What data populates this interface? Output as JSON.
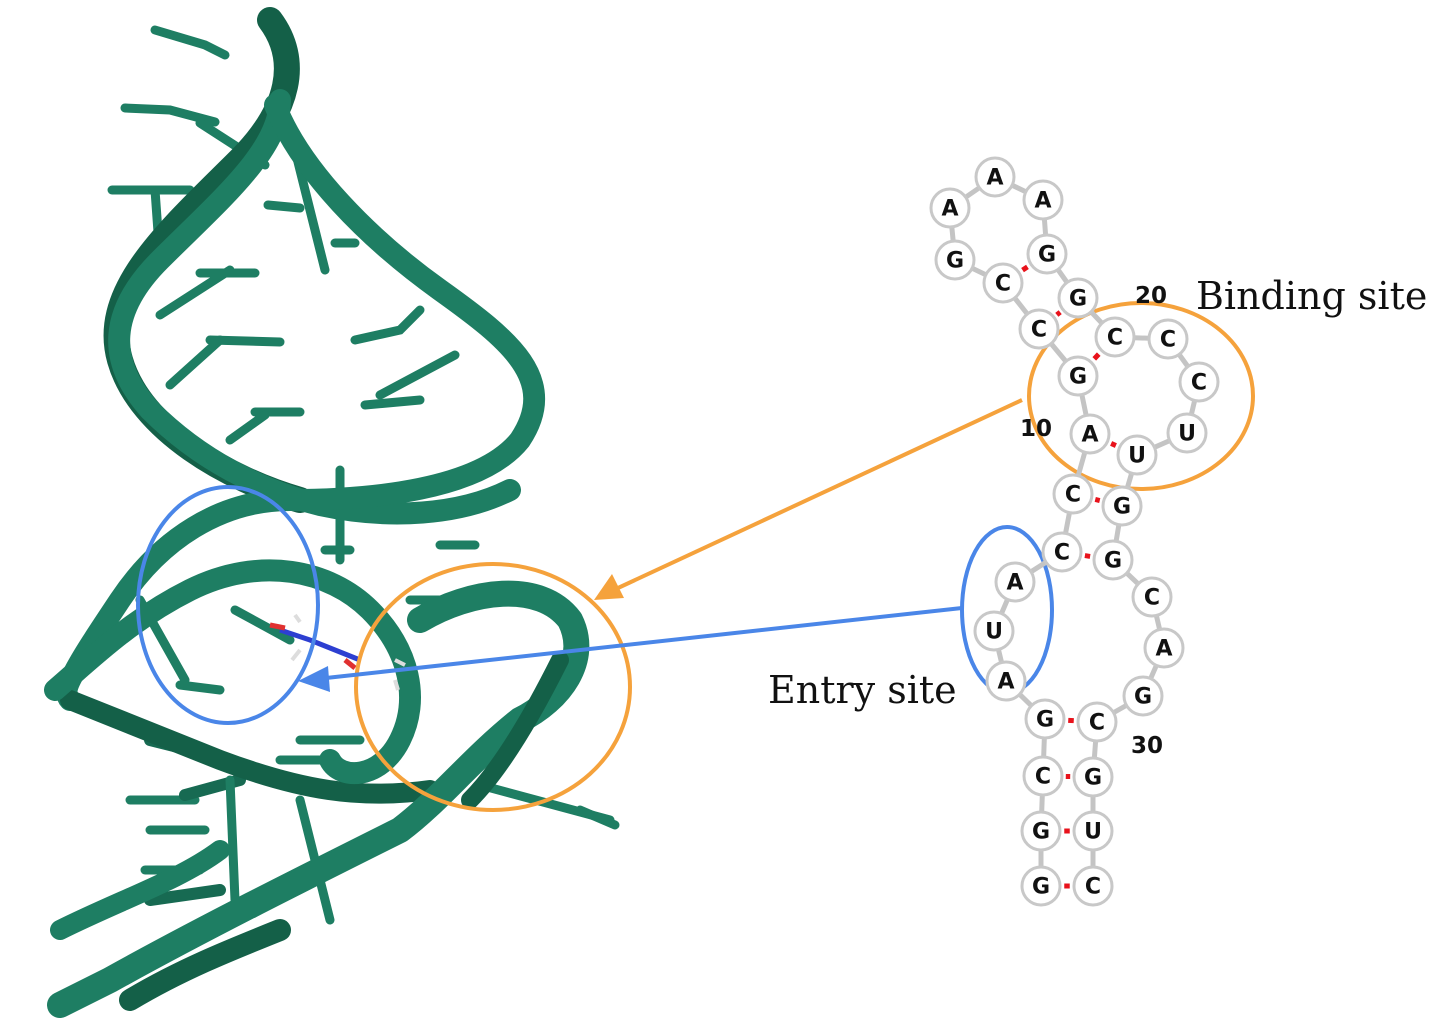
{
  "labels": {
    "binding_site": "Binding site",
    "entry_site": "Entry site"
  },
  "colors": {
    "ribbon": "#1e7e63",
    "binding_site": "#f5a23c",
    "entry_site": "#4a86e8",
    "base_pair": "#e8121b",
    "nucleotide_outline": "#c8c8c8"
  },
  "secondary_structure": {
    "nucleotides": [
      {
        "id": "n1",
        "letter": "G"
      },
      {
        "id": "n2",
        "letter": "G"
      },
      {
        "id": "n3",
        "letter": "C"
      },
      {
        "id": "n4",
        "letter": "G"
      },
      {
        "id": "n5",
        "letter": "A"
      },
      {
        "id": "n6",
        "letter": "U"
      },
      {
        "id": "n7",
        "letter": "A"
      },
      {
        "id": "n8",
        "letter": "C"
      },
      {
        "id": "n9",
        "letter": "C"
      },
      {
        "id": "n10",
        "letter": "A"
      },
      {
        "id": "n11",
        "letter": "G"
      },
      {
        "id": "n12",
        "letter": "C"
      },
      {
        "id": "n13",
        "letter": "C"
      },
      {
        "id": "n14",
        "letter": "G"
      },
      {
        "id": "n15",
        "letter": "A"
      },
      {
        "id": "n16",
        "letter": "A"
      },
      {
        "id": "n17",
        "letter": "A"
      },
      {
        "id": "n18",
        "letter": "G"
      },
      {
        "id": "n19",
        "letter": "G"
      },
      {
        "id": "n20",
        "letter": "C"
      },
      {
        "id": "n21",
        "letter": "C"
      },
      {
        "id": "n22",
        "letter": "C"
      },
      {
        "id": "n23",
        "letter": "U"
      },
      {
        "id": "n24",
        "letter": "U"
      },
      {
        "id": "n25",
        "letter": "G"
      },
      {
        "id": "n26",
        "letter": "G"
      },
      {
        "id": "n27",
        "letter": "C"
      },
      {
        "id": "n28",
        "letter": "A"
      },
      {
        "id": "n29",
        "letter": "G"
      },
      {
        "id": "n30",
        "letter": "C"
      },
      {
        "id": "n31",
        "letter": "G"
      },
      {
        "id": "n32",
        "letter": "U"
      },
      {
        "id": "n33",
        "letter": "C"
      }
    ],
    "numbers": [
      {
        "id": "num10",
        "text": "10"
      },
      {
        "id": "num20",
        "text": "20"
      },
      {
        "id": "num30",
        "text": "30"
      }
    ],
    "pairs": [
      [
        "n1",
        "n33"
      ],
      [
        "n2",
        "n32"
      ],
      [
        "n3",
        "n31"
      ],
      [
        "n4",
        "n30"
      ],
      [
        "n8",
        "n26"
      ],
      [
        "n9",
        "n25"
      ],
      [
        "n10",
        "n24"
      ],
      [
        "n11",
        "n20"
      ],
      [
        "n12",
        "n19"
      ],
      [
        "n13",
        "n18"
      ]
    ]
  }
}
